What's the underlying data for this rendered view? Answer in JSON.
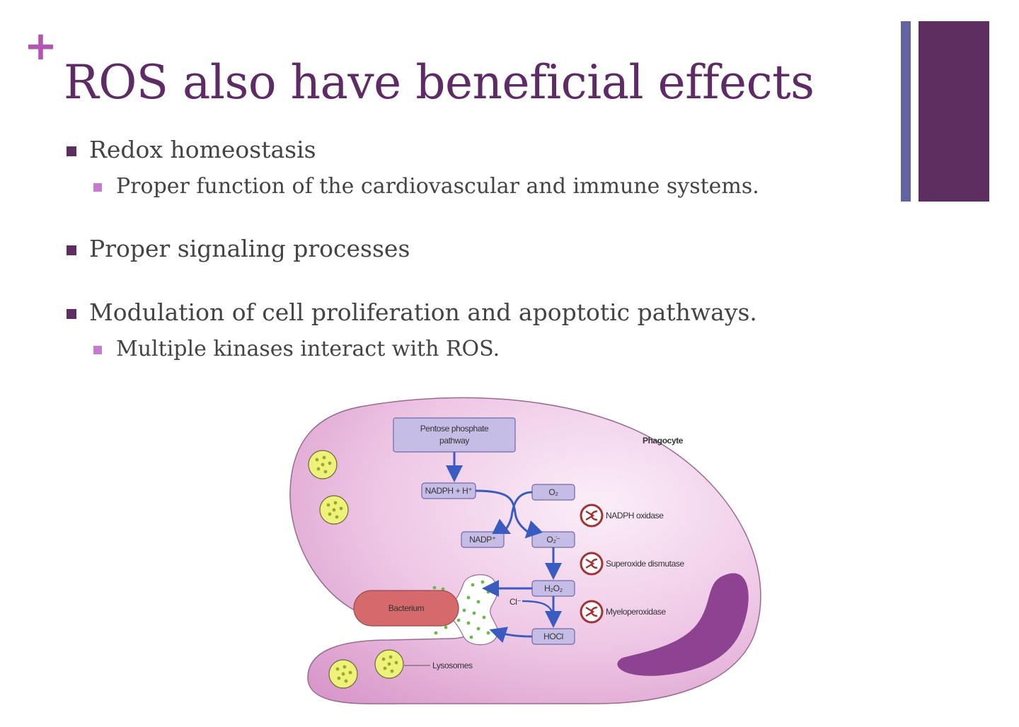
{
  "slide": {
    "marker": "+",
    "title": "ROS also have beneficial effects"
  },
  "bullets": [
    {
      "text": "Redox homeostasis",
      "sub": [
        "Proper function of the cardiovascular and immune systems."
      ]
    },
    {
      "text": "Proper signaling processes",
      "sub": []
    },
    {
      "text": "Modulation of cell proliferation and apoptotic pathways.",
      "sub": [
        "Multiple kinases interact with ROS."
      ]
    }
  ],
  "diagram": {
    "phagocyte": "Phagocyte",
    "pentose_line1": "Pentose phosphate",
    "pentose_line2": "pathway",
    "nadph": "NADPH + H⁺",
    "nadp": "NADP⁺",
    "o2": "O₂",
    "superoxide": "O₂̇⁻",
    "h2o2": "H₂O₂",
    "hocl": "HOCl",
    "cl": "Cl⁻",
    "bacterium": "Bacterium",
    "enzymes": [
      "NADPH oxidase",
      "Superoxide dismutase",
      "Myeloperoxidase"
    ],
    "lysosomes": "Lysosomes"
  },
  "colors": {
    "title": "#5e2b66",
    "accent_plus": "#b454b4",
    "bar_thin": "#6163a3",
    "bar_thick": "#5e2e60",
    "bullet_l1": "#5e2e60",
    "bullet_l2": "#c77bd0",
    "cell": "#e7b6dc",
    "arrow": "#3a5bbf",
    "bacterium": "#d5696b"
  }
}
